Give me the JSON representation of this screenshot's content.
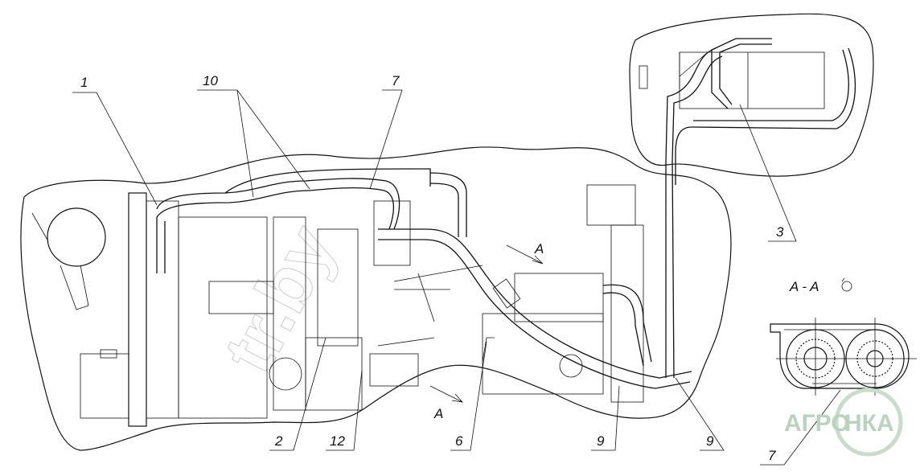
{
  "drawing": {
    "callouts": [
      {
        "id": "callout-1",
        "text": "1"
      },
      {
        "id": "callout-10",
        "text": "10"
      },
      {
        "id": "callout-7-top",
        "text": "7"
      },
      {
        "id": "callout-3",
        "text": "3"
      },
      {
        "id": "callout-2",
        "text": "2"
      },
      {
        "id": "callout-12",
        "text": "12"
      },
      {
        "id": "callout-6",
        "text": "6"
      },
      {
        "id": "callout-9-a",
        "text": "9"
      },
      {
        "id": "callout-9-b",
        "text": "9"
      },
      {
        "id": "callout-7-section",
        "text": "7"
      }
    ],
    "section_mark_top": "A",
    "section_mark_bottom": "A",
    "section_title": "A - A",
    "rotation_symbol": "rotate-icon",
    "watermark": "tr.by",
    "logo": {
      "left": "АГРО",
      "right": "НКА",
      "color": "#b9d3be"
    }
  }
}
